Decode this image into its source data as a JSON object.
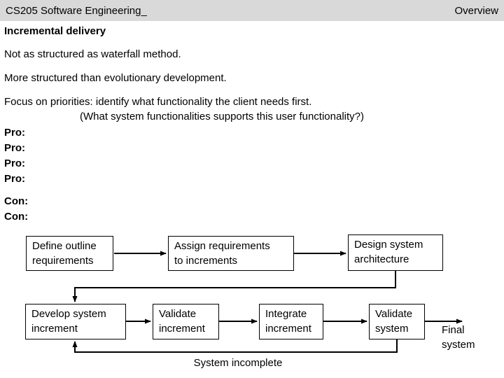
{
  "header": {
    "title": "CS205 Software Engineering_",
    "corner": "Overview"
  },
  "slide": {
    "heading": "Incremental delivery",
    "body_lines": [
      "Not as structured as waterfall method.",
      "More structured than evolutionary development.",
      "Focus on priorities: identify what functionality the client needs first.",
      "(What system functionalities supports this user functionality?)"
    ],
    "pros": [
      "Pro:",
      "Pro:",
      "Pro:",
      "Pro:"
    ],
    "cons": [
      "Con:",
      "Con:"
    ]
  },
  "flowchart": {
    "boxes": [
      {
        "id": "define-outline-requirements",
        "label": "Define outline\nrequirements"
      },
      {
        "id": "assign-requirements-to-increments",
        "label": "Assign requirements\nto increments"
      },
      {
        "id": "design-system-architecture",
        "label": "Design system\narchitecture"
      },
      {
        "id": "develop-system-increment",
        "label": "Develop system\nincrement"
      },
      {
        "id": "validate-increment",
        "label": "Validate\nincrement"
      },
      {
        "id": "integrate-increment",
        "label": "Integrate\nincrement"
      },
      {
        "id": "validate-system",
        "label": "Validate\nsystem"
      }
    ],
    "final_label": "Final\nsystem",
    "loop_label": "System incomplete"
  },
  "colors": {
    "header_bg": "#d9d9d9",
    "text": "#000000",
    "box_border": "#000000",
    "background": "#ffffff"
  }
}
